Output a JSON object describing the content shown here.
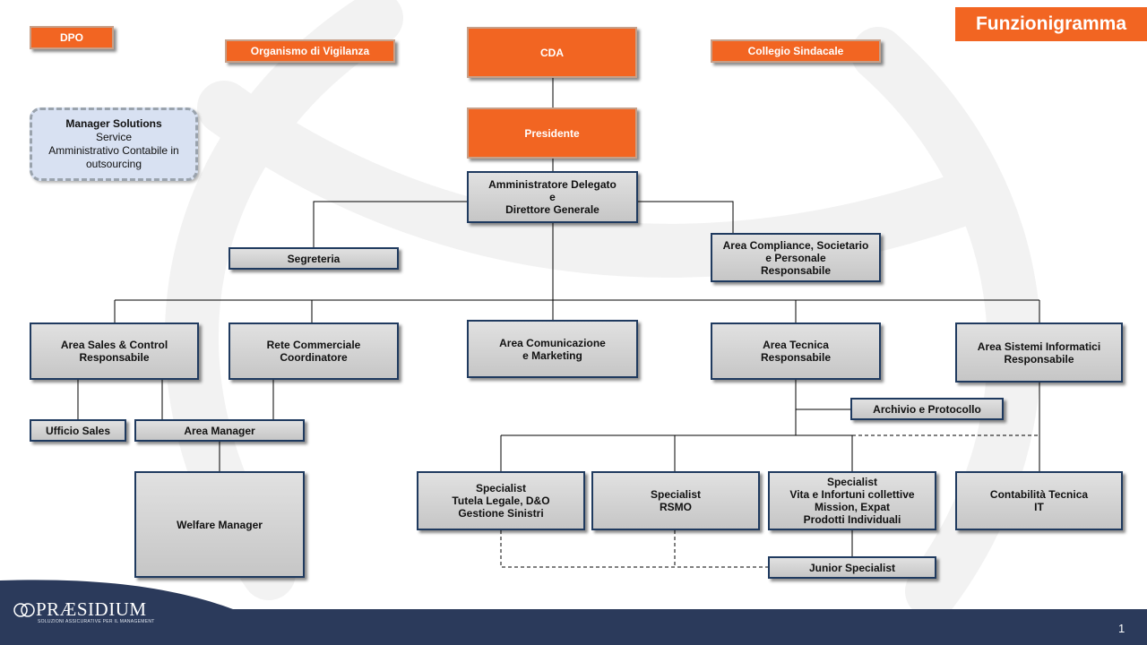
{
  "page": {
    "title": "Funzionigramma",
    "page_number": "1"
  },
  "logo": {
    "name": "PRÆSIDIUM",
    "tagline": "SOLUZIONI ASSICURATIVE PER IL MANAGEMENT"
  },
  "manager_solutions": {
    "title": "Manager Solutions",
    "text": "Service\nAmministrativo Contabile in\noutsourcing"
  },
  "nodes": {
    "dpo": "DPO",
    "odv": "Organismo di Vigilanza",
    "cda": "CDA",
    "collegio": "Collegio  Sindacale",
    "presidente": "Presidente",
    "ad": "Amministratore Delegato\ne\nDirettore Generale",
    "segreteria": "Segreteria",
    "compliance": "Area Compliance,  Societario\ne Personale\nResponsabile",
    "sales": "Area Sales & Control\nResponsabile",
    "rete": "Rete Commerciale\nCoordinatore",
    "comunicazione": "Area Comunicazione\ne Marketing",
    "tecnica": "Area Tecnica\nResponsabile",
    "sistemi": "Area Sistemi Informatici\nResponsabile",
    "archivio": "Archivio  e Protocollo",
    "ufficio_sales": "Ufficio  Sales",
    "area_manager": "Area Manager",
    "welfare": "Welfare Manager",
    "spec_tutela": "Specialist\nTutela Legale, D&O\nGestione  Sinistri",
    "spec_rsmo": "Specialist\nRSMO",
    "spec_vita": "Specialist\nVita e Infortuni collettive\nMission, Expat\nProdotti Individuali",
    "contabilita": "Contabilità  Tecnica\nIT",
    "junior": "Junior Specialist"
  },
  "colors": {
    "accent": "#f26522",
    "box_border": "#1f3a5f",
    "footer": "#2b3a5b",
    "manager_fill": "#d8e1f2"
  }
}
